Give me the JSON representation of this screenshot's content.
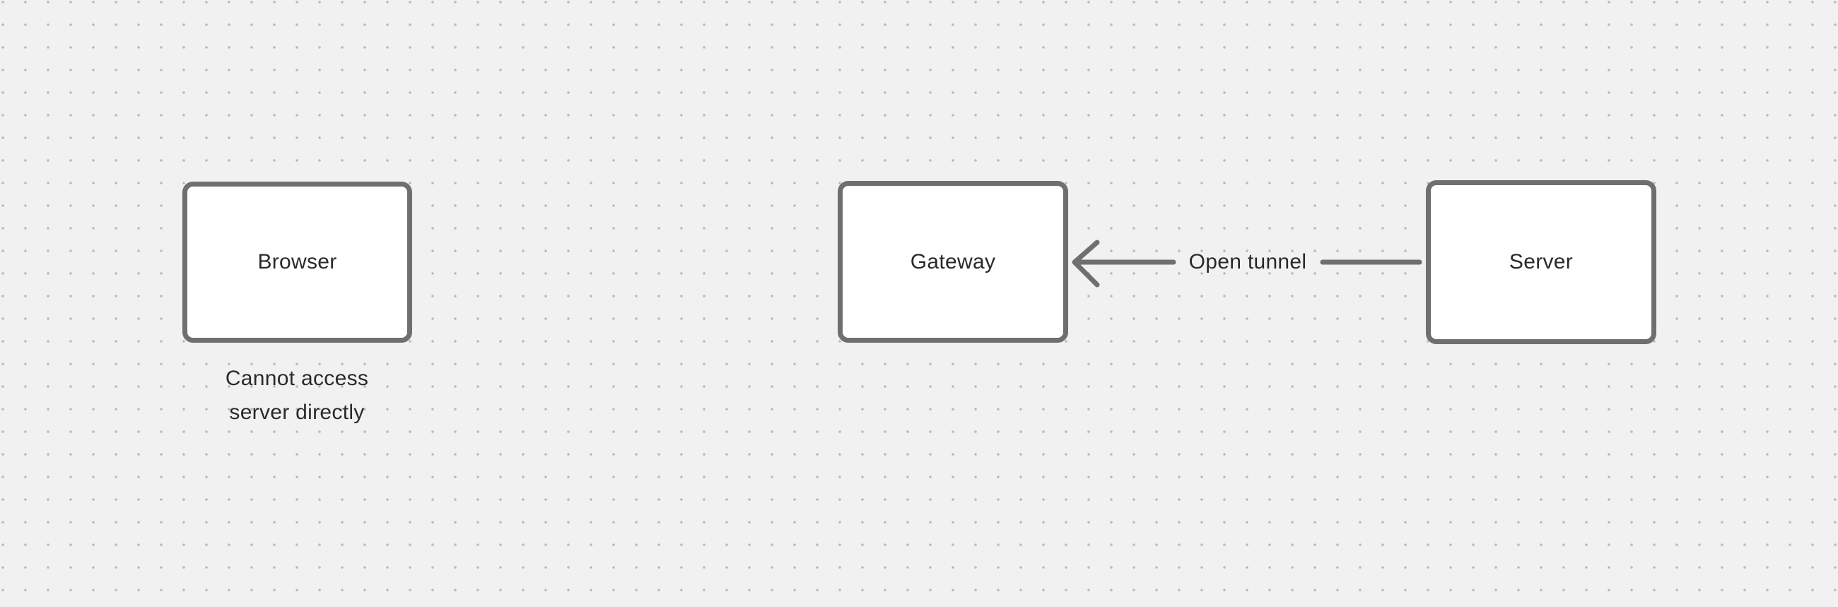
{
  "colors": {
    "background": "#f1f1f1",
    "grid-dot": "#b9b9b9",
    "stroke": "#6f6f6f",
    "text": "#2a2a2a",
    "node-fill": "#ffffff"
  },
  "nodes": [
    {
      "id": "browser",
      "label": "Browser"
    },
    {
      "id": "gateway",
      "label": "Gateway"
    },
    {
      "id": "server",
      "label": "Server"
    }
  ],
  "caption": {
    "lines": [
      "Cannot access",
      "server directly"
    ]
  },
  "edge": {
    "label": "Open tunnel"
  }
}
